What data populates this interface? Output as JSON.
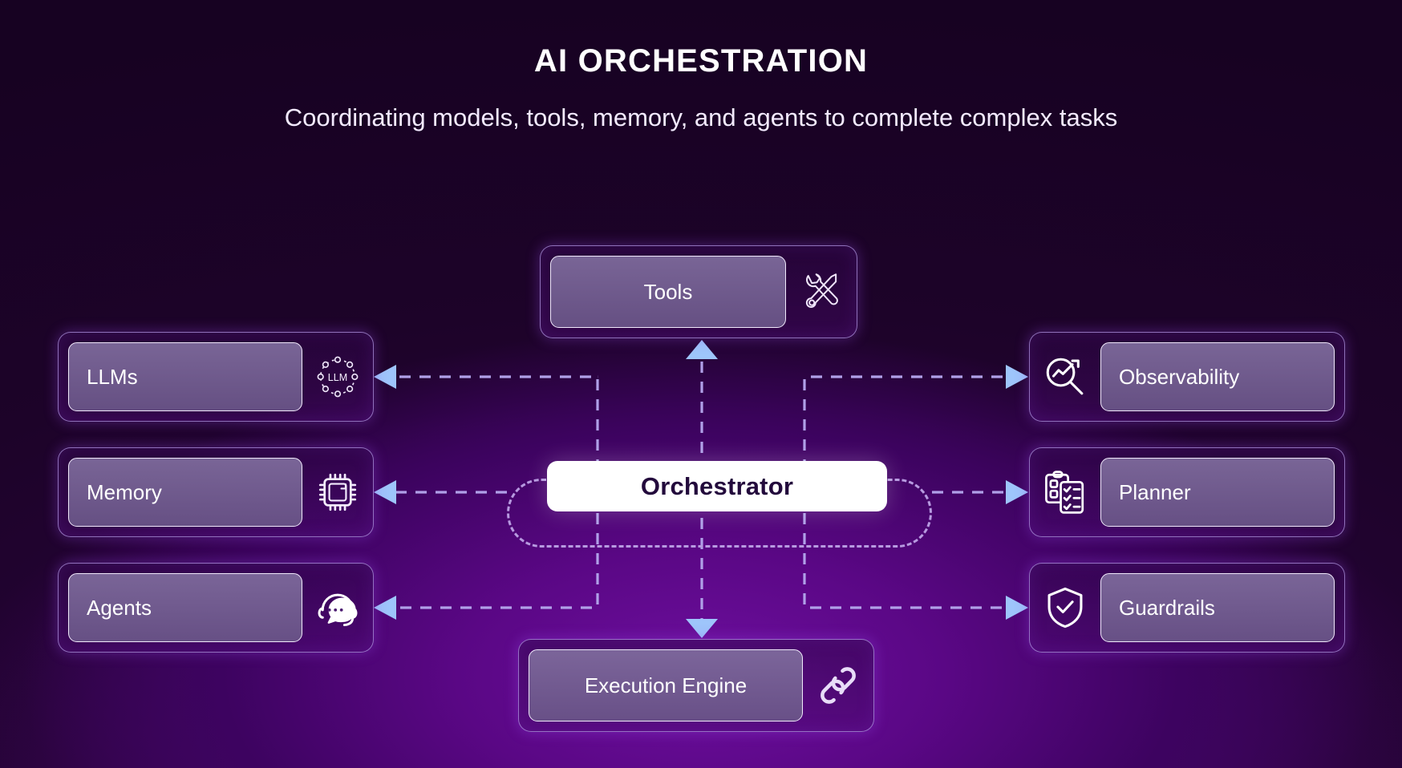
{
  "header": {
    "title": "AI ORCHESTRATION",
    "subtitle": "Coordinating models, tools, memory, and  agents to complete complex tasks"
  },
  "center": {
    "label": "Orchestrator"
  },
  "nodes": {
    "top": {
      "label": "Tools",
      "icon": "tools-wrench-screwdriver-icon"
    },
    "bottom": {
      "label": "Execution Engine",
      "icon": "chain-link-icon"
    },
    "left": [
      {
        "label": "LLMs",
        "icon": "llm-network-circle-icon",
        "icon_text": "LLM"
      },
      {
        "label": "Memory",
        "icon": "cpu-chip-icon"
      },
      {
        "label": "Agents",
        "icon": "headset-chat-icon"
      }
    ],
    "right": [
      {
        "label": "Observability",
        "icon": "magnifier-chart-arrow-icon"
      },
      {
        "label": "Planner",
        "icon": "clipboard-checklist-icon"
      },
      {
        "label": "Guardrails",
        "icon": "shield-check-icon"
      }
    ]
  },
  "colors": {
    "background_dark": "#1a0227",
    "background_glow": "#6d0f9e",
    "card_border": "#b096e2",
    "pill_border": "#f0e9fb",
    "arrow": "#9ec5fb",
    "dash_line": "#b0a0e8",
    "orchestrator_bg": "#ffffff",
    "orchestrator_text": "#230a3c",
    "title_text": "#ffffff"
  }
}
